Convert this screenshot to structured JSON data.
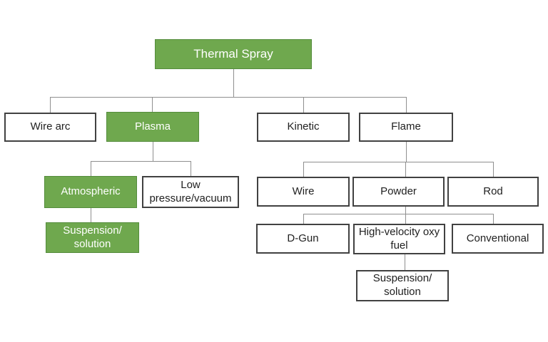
{
  "colors": {
    "green_fill": "#6FA84E",
    "green_border": "#548C3C",
    "white_fill": "#FFFFFF",
    "box_border": "#414141",
    "line": "#8F8F8F",
    "text_dark": "#212121",
    "text_light": "#FFFFFF"
  },
  "nodes": {
    "root": {
      "label": "Thermal Spray",
      "style": "green"
    },
    "level1": [
      {
        "label": "Wire arc",
        "style": "white"
      },
      {
        "label": "Plasma",
        "style": "green"
      },
      {
        "label": "Kinetic",
        "style": "white"
      },
      {
        "label": "Flame",
        "style": "white"
      }
    ],
    "plasma_children": [
      {
        "label": "Atmospheric",
        "style": "green"
      },
      {
        "label": "Low\npressure/vacuum",
        "style": "white"
      }
    ],
    "atmospheric_children": [
      {
        "label": "Suspension/\nsolution",
        "style": "green"
      }
    ],
    "flame_children": [
      {
        "label": "Wire",
        "style": "white"
      },
      {
        "label": "Powder",
        "style": "white"
      },
      {
        "label": "Rod",
        "style": "white"
      }
    ],
    "powder_children": [
      {
        "label": "D-Gun",
        "style": "white"
      },
      {
        "label": "High-velocity oxy\nfuel",
        "style": "white"
      },
      {
        "label": "Conventional",
        "style": "white"
      }
    ],
    "hvof_children": [
      {
        "label": "Suspension/\nsolution",
        "style": "white"
      }
    ]
  }
}
